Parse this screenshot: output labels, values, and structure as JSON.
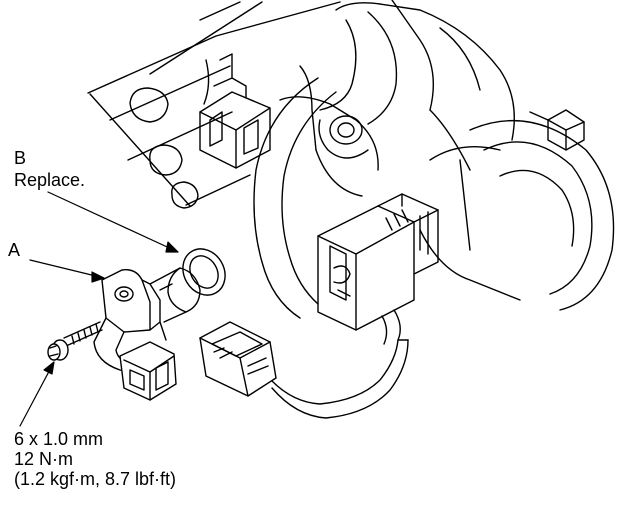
{
  "labels": {
    "b": "B",
    "b_note": "Replace.",
    "a": "A",
    "bolt_size": "6 x 1.0 mm",
    "torque_nm": "12 N·m",
    "torque_alt": "(1.2 kgf·m, 8.7 lbf·ft)"
  },
  "colors": {
    "line": "#000000",
    "fill": "#ffffff"
  }
}
